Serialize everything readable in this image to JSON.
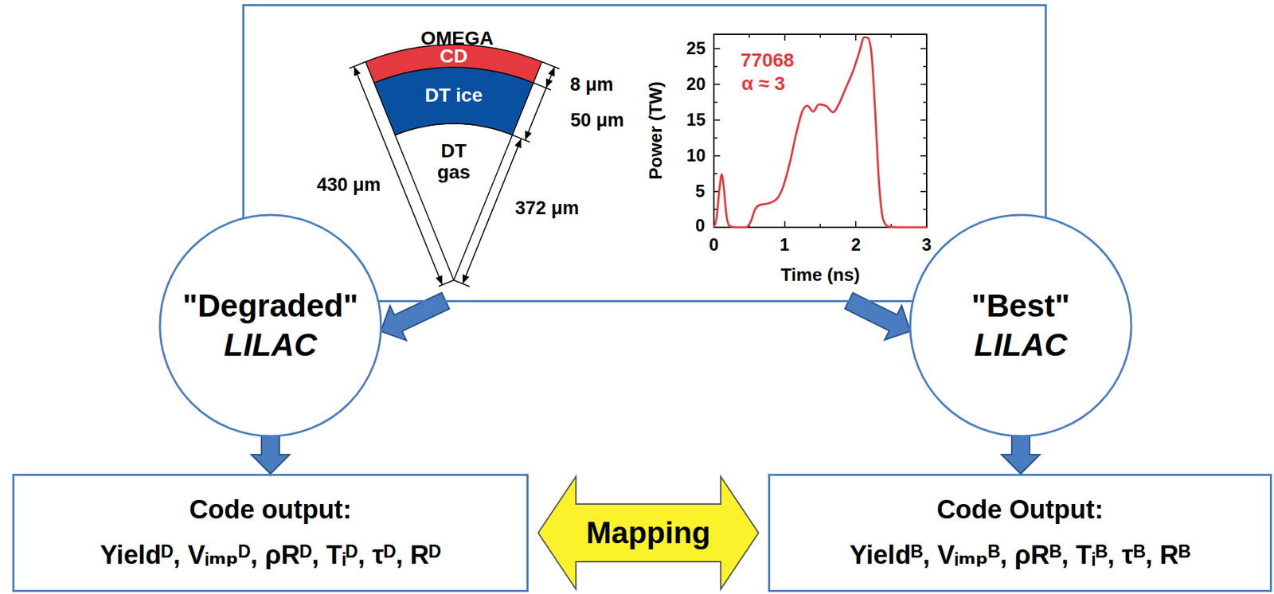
{
  "diagram": {
    "nodes": [
      {
        "text": [
          "OMEGA"
        ]
      },
      {
        "text": [
          "\"Degraded\"",
          "LILAC"
        ]
      },
      {
        "text": [
          "\"Best\"",
          "LILAC"
        ]
      },
      {
        "text": [
          "Code output:",
          "Yieldᴰ, Vᵢₘₚᴰ, ρRᴰ, Tᵢᴰ, τᴰ, Rᴰ"
        ]
      },
      {
        "text": [
          "Code Output:",
          "Yieldᴮ, Vᵢₘₚᴮ, ρRᴮ, Tᵢᴮ, τᴮ, Rᴮ"
        ]
      }
    ],
    "edges": [
      {
        "from": 0,
        "to": 1,
        "arrow": "to"
      },
      {
        "from": 0,
        "to": 2,
        "arrow": "to"
      },
      {
        "from": 1,
        "to": 3,
        "arrow": "to"
      },
      {
        "from": 2,
        "to": 4,
        "arrow": "to"
      },
      {
        "from": 3,
        "to": 4,
        "label": "Mapping",
        "arrow": "both"
      }
    ],
    "labels": [
      "CD",
      "DT ice",
      "DT gas",
      "8 μm",
      "50 μm",
      "430 μm",
      "372 μm",
      "25",
      "20",
      "15",
      "10",
      "5",
      "0",
      "0",
      "1",
      "2",
      "3",
      "Power (TW)",
      "Time (ns)",
      "77068",
      "α ≈ 3"
    ]
  }
}
